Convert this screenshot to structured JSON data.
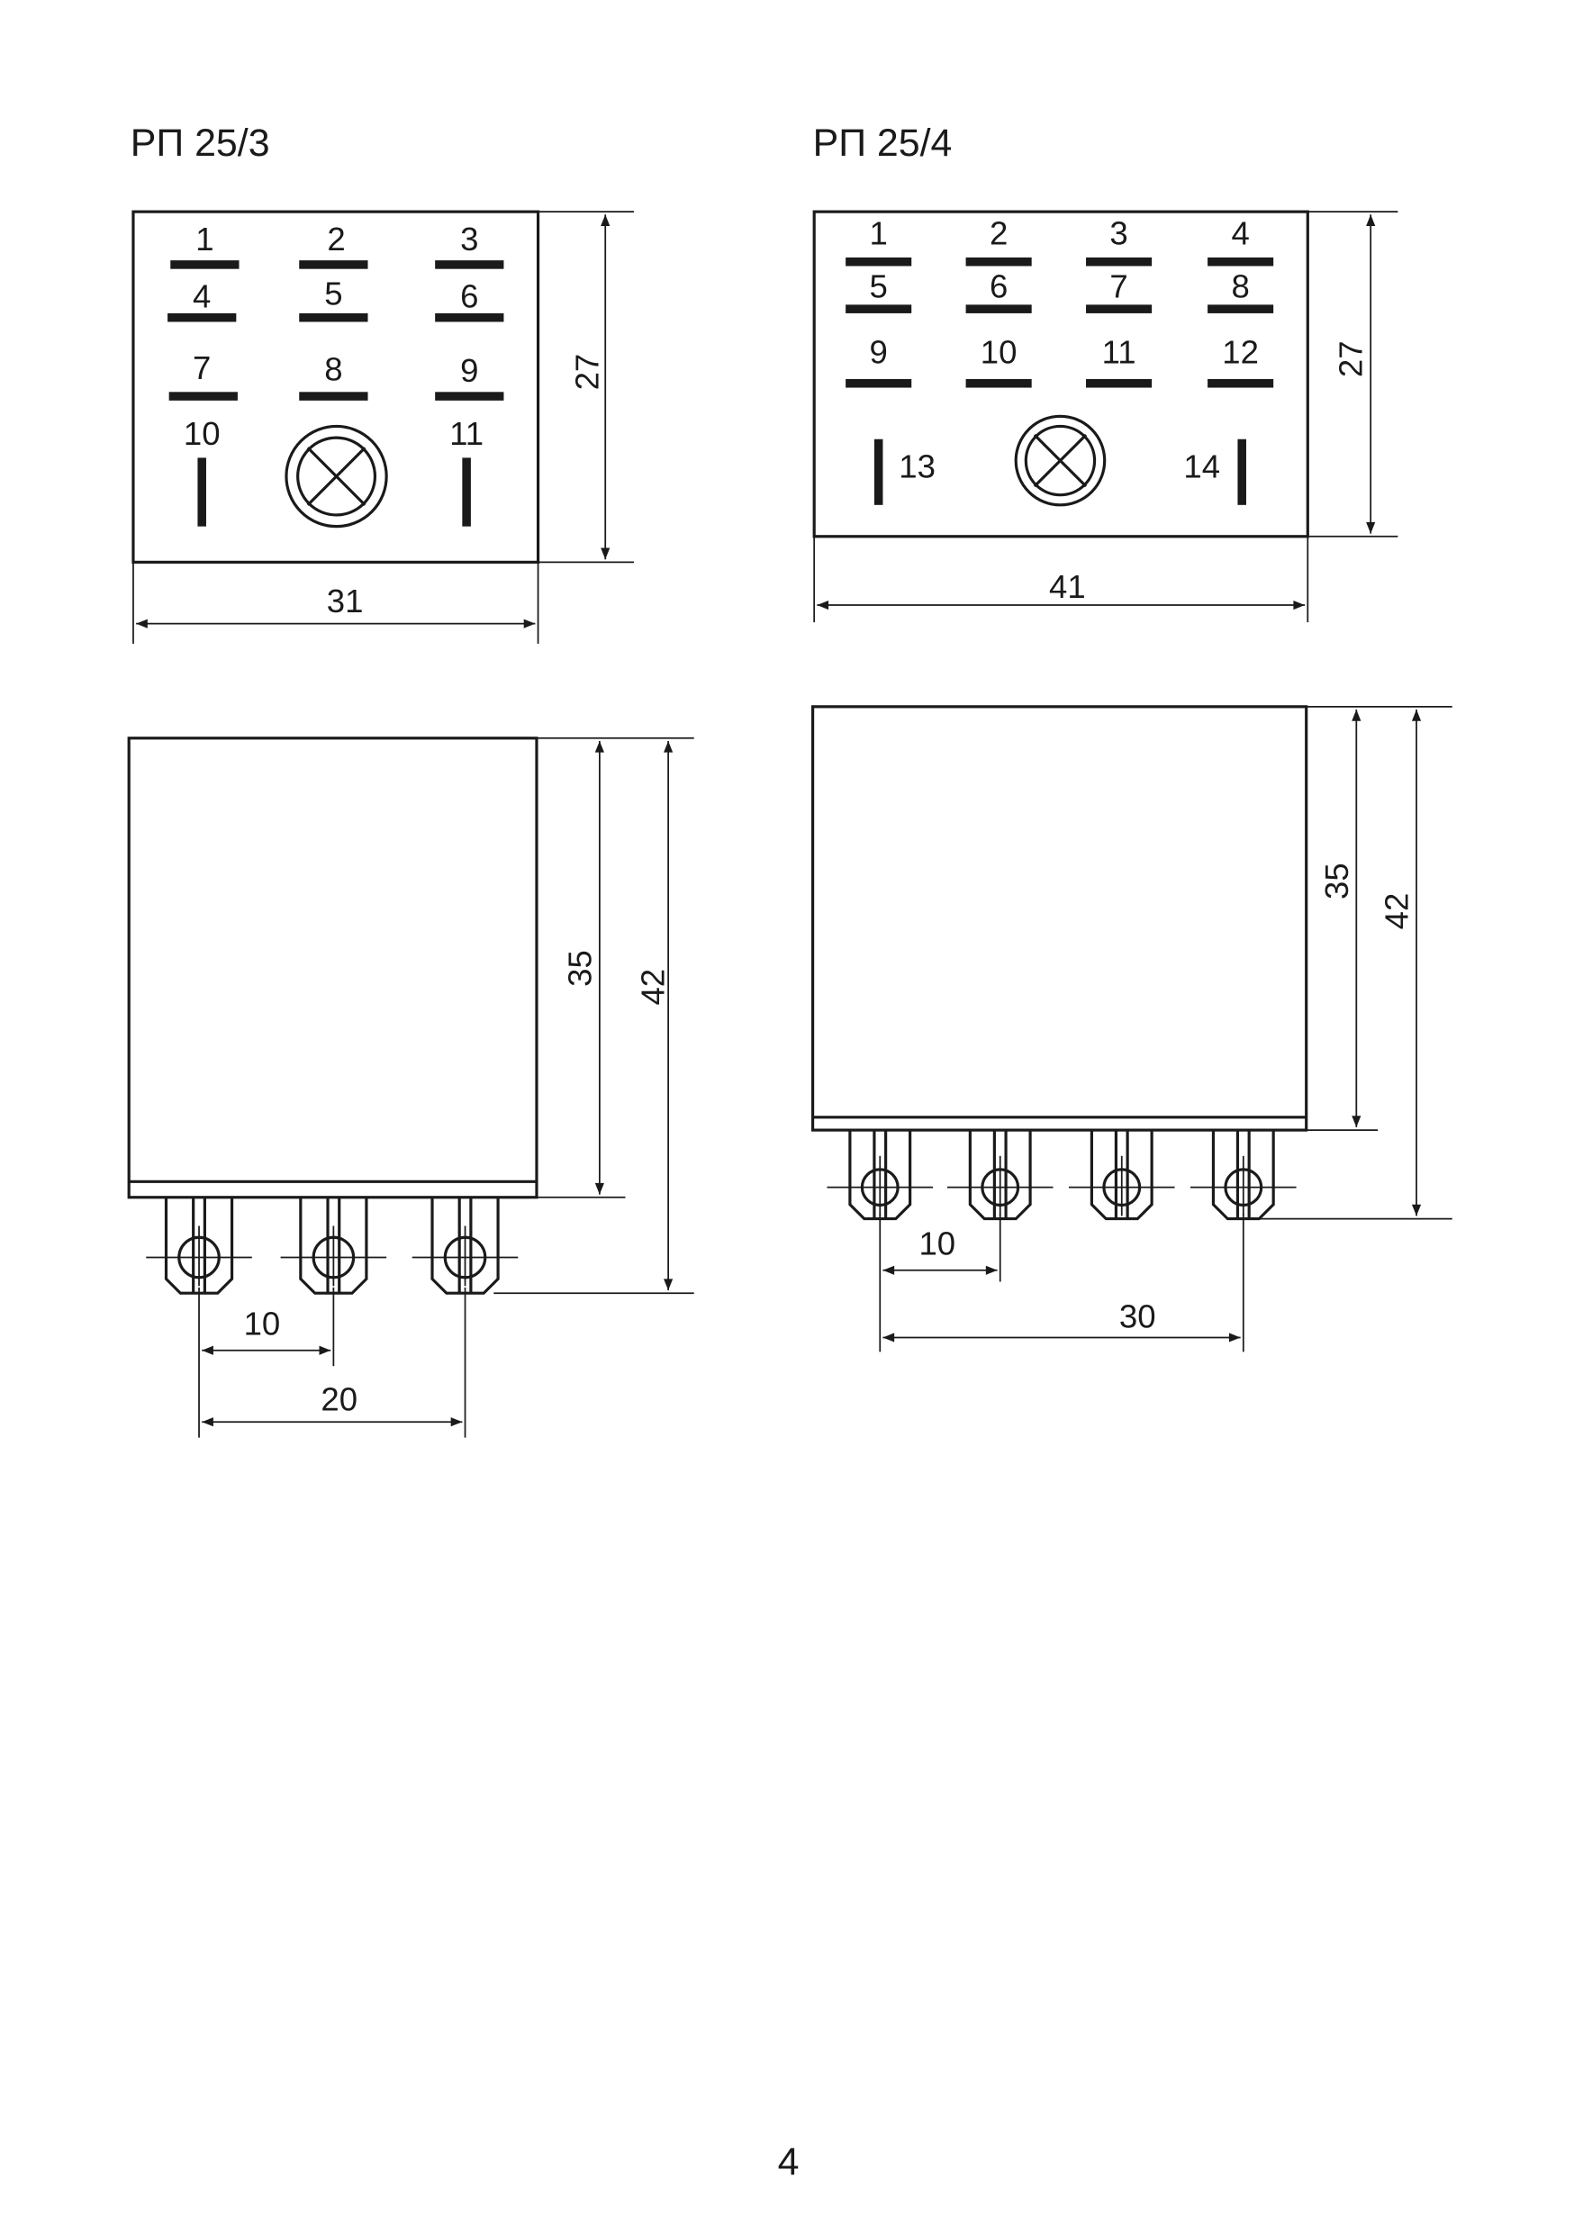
{
  "page_number": "4",
  "relays": [
    {
      "title": "РП 25/3",
      "top_view": {
        "contacts": [
          "1",
          "2",
          "3",
          "4",
          "5",
          "6",
          "7",
          "8",
          "9",
          "10",
          "11"
        ],
        "width_dim": "31",
        "height_dim": "27"
      },
      "side_view": {
        "body_height_dim": "35",
        "total_height_dim": "42",
        "pin_pitch_dim": "10",
        "pin_span_dim": "20",
        "pin_count": 3
      }
    },
    {
      "title": "РП 25/4",
      "top_view": {
        "contacts": [
          "1",
          "2",
          "3",
          "4",
          "5",
          "6",
          "7",
          "8",
          "9",
          "10",
          "11",
          "12",
          "13",
          "14"
        ],
        "width_dim": "41",
        "height_dim": "27"
      },
      "side_view": {
        "body_height_dim": "35",
        "total_height_dim": "42",
        "pin_pitch_dim": "10",
        "pin_span_dim": "30",
        "pin_count": 4
      }
    }
  ]
}
